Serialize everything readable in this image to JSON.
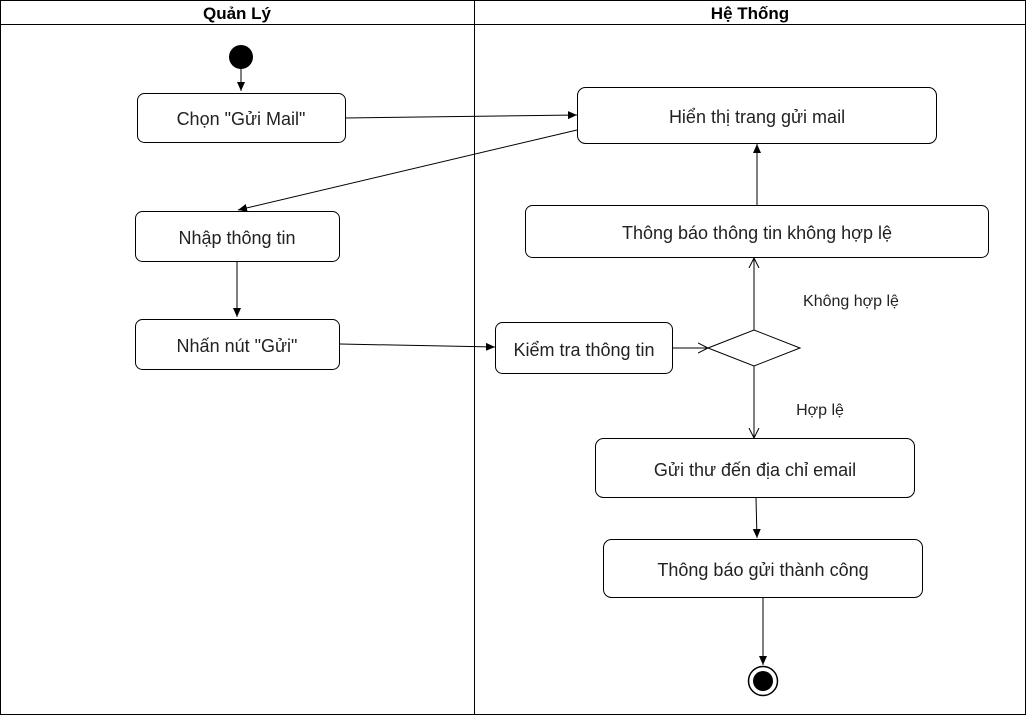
{
  "lanes": {
    "manager": "Quản Lý",
    "system": "Hệ Thống"
  },
  "activities": {
    "choose_send_mail": "Chọn \"Gửi Mail\"",
    "enter_info": "Nhập thông tin",
    "press_send": "Nhấn nút \"Gửi\"",
    "show_mail_page": "Hiển thị trang gửi mail",
    "notify_invalid": "Thông báo thông tin không hợp lệ",
    "check_info": "Kiểm tra thông tin",
    "send_email": "Gửi thư đến địa chỉ email",
    "notify_success": "Thông báo gửi thành công"
  },
  "guards": {
    "invalid": "Không hợp lệ",
    "valid": "Hợp lệ"
  },
  "colors": {
    "stroke": "#000000",
    "fill": "#ffffff",
    "text": "#222222"
  }
}
